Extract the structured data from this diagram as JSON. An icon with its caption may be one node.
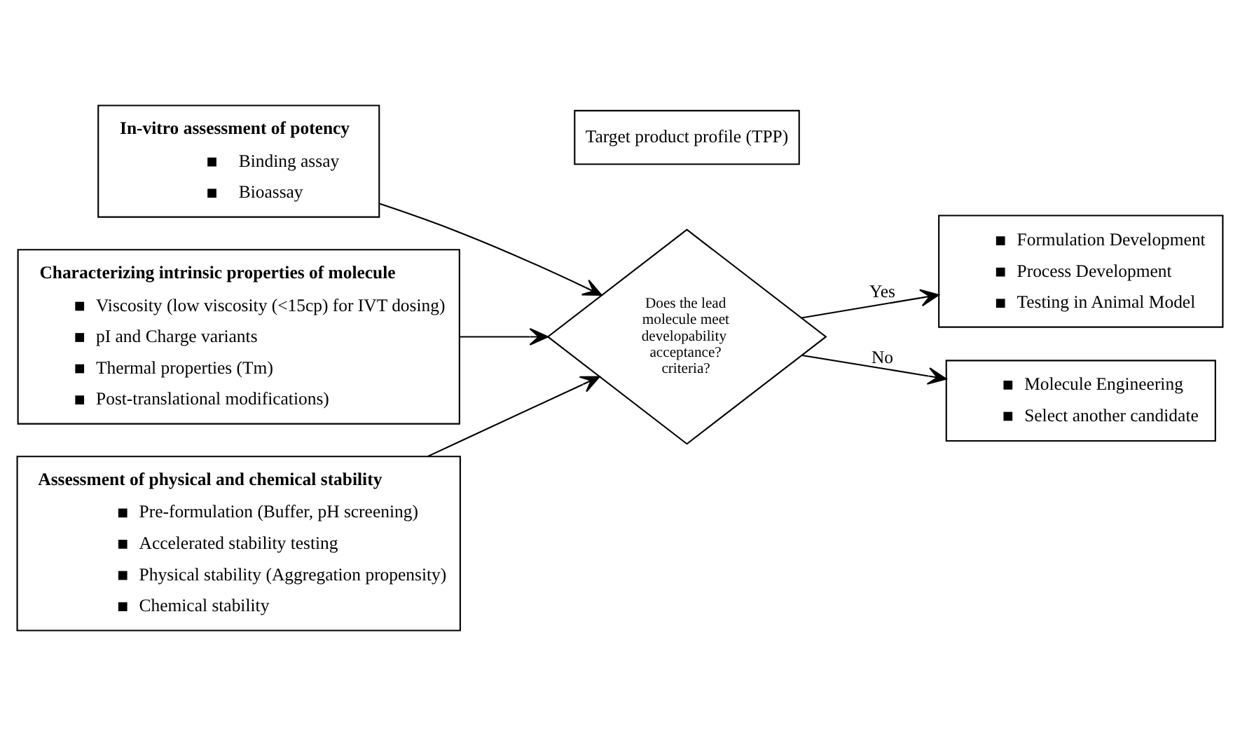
{
  "diagram": {
    "nodes": [
      {
        "text": [
          "In-vitro assessment of potency",
          "Binding assay",
          "Bioassay"
        ]
      },
      {
        "text": [
          "Characterizing intrinsic properties of molecule",
          "Viscosity (low viscosity (<15cp) for IVT dosing)",
          "pI and Charge variants",
          "Thermal properties (Tm)",
          "Post-translational modifications)"
        ]
      },
      {
        "text": [
          "Assessment of physical and chemical stability",
          "Pre-formulation (Buffer, pH screening)",
          "Accelerated stability testing",
          "Physical stability (Aggregation propensity)",
          "Chemical stability"
        ]
      },
      {
        "text": [
          "Target product profile (TPP)"
        ]
      },
      {
        "text": [
          "Does the lead molecule meet developability acceptance? criteria?"
        ]
      },
      {
        "text": [
          "Formulation Development",
          "Process Development",
          "Testing in Animal Model"
        ]
      },
      {
        "text": [
          "Molecule Engineering",
          "Select another candidate"
        ]
      }
    ],
    "edges": [
      {
        "from": 0,
        "to": 4,
        "arrow": "to"
      },
      {
        "from": 1,
        "to": 4,
        "arrow": "to"
      },
      {
        "from": 2,
        "to": 4,
        "arrow": "to"
      },
      {
        "from": 4,
        "to": 5,
        "arrow": "to",
        "label": "Yes"
      },
      {
        "from": 4,
        "to": 6,
        "arrow": "to",
        "label": "No"
      }
    ]
  }
}
